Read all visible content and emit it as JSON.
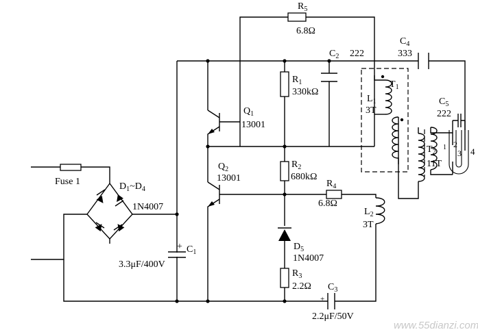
{
  "labels": {
    "r5": "R",
    "r5_sub": "5",
    "r5_val": "6.8Ω",
    "c2": "C",
    "c2_sub": "2",
    "c2_val": "222",
    "c4": "C",
    "c4_sub": "4",
    "c4_val": "333",
    "r1": "R",
    "r1_sub": "1",
    "r1_val": "330kΩ",
    "l1": "L",
    "l1_sub": "1",
    "l1_val": "3T",
    "t1": "T",
    "t1_sub": "1",
    "q1": "Q",
    "q1_sub": "1",
    "q1_val": "13001",
    "c5": "C",
    "c5_sub": "5",
    "c5_val": "222",
    "q2": "Q",
    "q2_sub": "2",
    "q2_val": "13001",
    "r2": "R",
    "r2_sub": "2",
    "r2_val": "680kΩ",
    "r4": "R",
    "r4_sub": "4",
    "r4_val": "6.8Ω",
    "t2": "T",
    "t2_sub": "2",
    "t2_val": "11T",
    "lamp_p1": "1",
    "lamp_p2": "2",
    "lamp_p3": "3",
    "lamp_p4": "4",
    "fuse": "Fuse 1",
    "d1": "D",
    "d1_sub1": "1",
    "d1_tilde": "~D",
    "d1_sub4": "4",
    "d1_val": "1N4007",
    "l2": "L",
    "l2_sub": "2",
    "l2_val": "3T",
    "c1": "C",
    "c1_sub": "1",
    "c1_plus": "+",
    "c1_val": "3.3μF/400V",
    "d5": "D",
    "d5_sub": "5",
    "d5_val": "1N4007",
    "r3": "R",
    "r3_sub": "3",
    "r3_val": "2.2Ω",
    "c3": "C",
    "c3_sub": "3",
    "c3_plus": "+",
    "c3_val": "2.2μF/50V"
  },
  "watermark": {
    "text": "www.55dianzi.com"
  }
}
